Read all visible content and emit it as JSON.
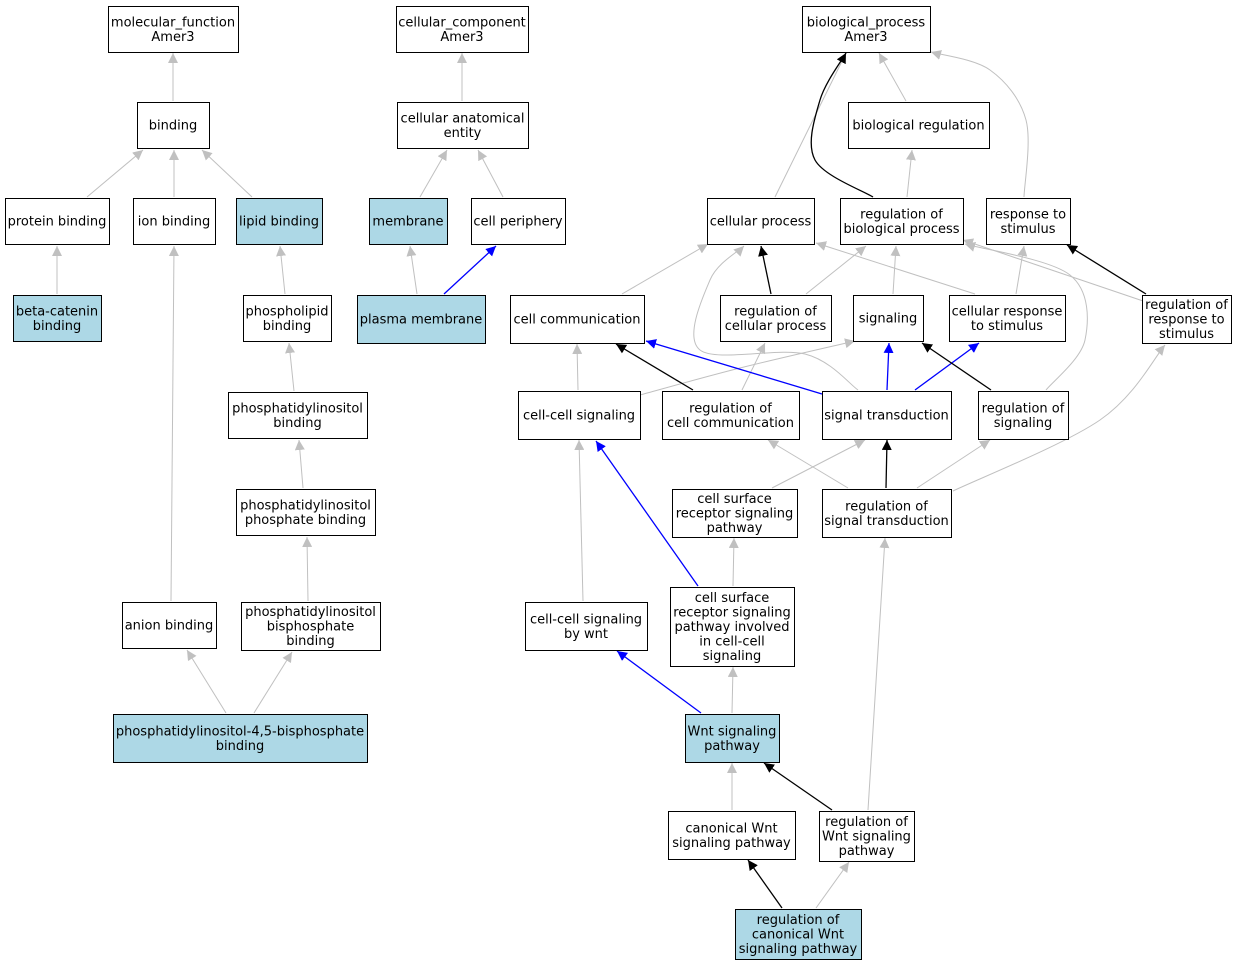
{
  "colors": {
    "highlight_fill": "#add8e6",
    "default_fill": "#ffffff",
    "edge_grey": "#c0c0c0",
    "edge_black": "#000000",
    "edge_blue": "#0000ff"
  },
  "nodes": [
    {
      "id": "mf_root",
      "lines": [
        "molecular_function",
        "Amer3"
      ],
      "highlight": false
    },
    {
      "id": "binding",
      "lines": [
        "binding"
      ],
      "highlight": false
    },
    {
      "id": "protein_binding",
      "lines": [
        "protein binding"
      ],
      "highlight": false
    },
    {
      "id": "ion_binding",
      "lines": [
        "ion binding"
      ],
      "highlight": false
    },
    {
      "id": "lipid_binding",
      "lines": [
        "lipid binding"
      ],
      "highlight": true
    },
    {
      "id": "beta_catenin_binding",
      "lines": [
        "beta-catenin",
        "binding"
      ],
      "highlight": true
    },
    {
      "id": "phospholipid_binding",
      "lines": [
        "phospholipid",
        "binding"
      ],
      "highlight": false
    },
    {
      "id": "pi_binding",
      "lines": [
        "phosphatidylinositol",
        "binding"
      ],
      "highlight": false
    },
    {
      "id": "pip_binding",
      "lines": [
        "phosphatidylinositol",
        "phosphate binding"
      ],
      "highlight": false
    },
    {
      "id": "anion_binding",
      "lines": [
        "anion binding"
      ],
      "highlight": false
    },
    {
      "id": "pibp_binding",
      "lines": [
        "phosphatidylinositol",
        "bisphosphate",
        "binding"
      ],
      "highlight": false
    },
    {
      "id": "pi45bp_binding",
      "lines": [
        "phosphatidylinositol-4,5-bisphosphate",
        "binding"
      ],
      "highlight": true
    },
    {
      "id": "cc_root",
      "lines": [
        "cellular_component",
        "Amer3"
      ],
      "highlight": false
    },
    {
      "id": "cae",
      "lines": [
        "cellular anatomical",
        "entity"
      ],
      "highlight": false
    },
    {
      "id": "membrane",
      "lines": [
        "membrane"
      ],
      "highlight": true
    },
    {
      "id": "cell_periphery",
      "lines": [
        "cell periphery"
      ],
      "highlight": false
    },
    {
      "id": "plasma_membrane",
      "lines": [
        "plasma membrane"
      ],
      "highlight": true
    },
    {
      "id": "bp_root",
      "lines": [
        "biological_process",
        "Amer3"
      ],
      "highlight": false
    },
    {
      "id": "bio_reg",
      "lines": [
        "biological regulation"
      ],
      "highlight": false
    },
    {
      "id": "cellular_process",
      "lines": [
        "cellular process"
      ],
      "highlight": false
    },
    {
      "id": "reg_bio_proc",
      "lines": [
        "regulation of",
        "biological process"
      ],
      "highlight": false
    },
    {
      "id": "resp_stim",
      "lines": [
        "response to",
        "stimulus"
      ],
      "highlight": false
    },
    {
      "id": "cell_comm",
      "lines": [
        "cell communication"
      ],
      "highlight": false
    },
    {
      "id": "reg_cell_proc",
      "lines": [
        "regulation of",
        "cellular process"
      ],
      "highlight": false
    },
    {
      "id": "signaling",
      "lines": [
        "signaling"
      ],
      "highlight": false
    },
    {
      "id": "cell_resp_stim",
      "lines": [
        "cellular response",
        "to stimulus"
      ],
      "highlight": false
    },
    {
      "id": "reg_resp_stim",
      "lines": [
        "regulation of",
        "response to",
        "stimulus"
      ],
      "highlight": false
    },
    {
      "id": "cc_signaling",
      "lines": [
        "cell-cell signaling"
      ],
      "highlight": false
    },
    {
      "id": "reg_cell_comm",
      "lines": [
        "regulation of",
        "cell communication"
      ],
      "highlight": false
    },
    {
      "id": "signal_trans",
      "lines": [
        "signal transduction"
      ],
      "highlight": false
    },
    {
      "id": "reg_signaling",
      "lines": [
        "regulation of",
        "signaling"
      ],
      "highlight": false
    },
    {
      "id": "csrsp",
      "lines": [
        "cell surface",
        "receptor signaling",
        "pathway"
      ],
      "highlight": false
    },
    {
      "id": "reg_signal_trans",
      "lines": [
        "regulation of",
        "signal transduction"
      ],
      "highlight": false
    },
    {
      "id": "cc_wnt",
      "lines": [
        "cell-cell signaling",
        "by wnt"
      ],
      "highlight": false
    },
    {
      "id": "csrsp_cc",
      "lines": [
        "cell surface",
        "receptor signaling",
        "pathway involved",
        "in cell-cell",
        "signaling"
      ],
      "highlight": false
    },
    {
      "id": "wnt",
      "lines": [
        "Wnt signaling",
        "pathway"
      ],
      "highlight": true
    },
    {
      "id": "canon_wnt",
      "lines": [
        "canonical Wnt",
        "signaling pathway"
      ],
      "highlight": false
    },
    {
      "id": "reg_wnt",
      "lines": [
        "regulation of",
        "Wnt signaling",
        "pathway"
      ],
      "highlight": false
    },
    {
      "id": "reg_canon_wnt",
      "lines": [
        "regulation of",
        "canonical Wnt",
        "signaling pathway"
      ],
      "highlight": true
    }
  ],
  "edges": [
    {
      "from": "binding",
      "to": "mf_root",
      "kind": "grey"
    },
    {
      "from": "protein_binding",
      "to": "binding",
      "kind": "grey"
    },
    {
      "from": "ion_binding",
      "to": "binding",
      "kind": "grey"
    },
    {
      "from": "lipid_binding",
      "to": "binding",
      "kind": "grey"
    },
    {
      "from": "beta_catenin_binding",
      "to": "protein_binding",
      "kind": "grey"
    },
    {
      "from": "phospholipid_binding",
      "to": "lipid_binding",
      "kind": "grey"
    },
    {
      "from": "pi_binding",
      "to": "phospholipid_binding",
      "kind": "grey"
    },
    {
      "from": "pip_binding",
      "to": "pi_binding",
      "kind": "grey"
    },
    {
      "from": "pibp_binding",
      "to": "pip_binding",
      "kind": "grey"
    },
    {
      "from": "anion_binding",
      "to": "ion_binding",
      "kind": "grey"
    },
    {
      "from": "pi45bp_binding",
      "to": "anion_binding",
      "kind": "grey"
    },
    {
      "from": "pi45bp_binding",
      "to": "pibp_binding",
      "kind": "grey"
    },
    {
      "from": "cae",
      "to": "cc_root",
      "kind": "grey"
    },
    {
      "from": "membrane",
      "to": "cae",
      "kind": "grey"
    },
    {
      "from": "cell_periphery",
      "to": "cae",
      "kind": "grey"
    },
    {
      "from": "plasma_membrane",
      "to": "membrane",
      "kind": "grey"
    },
    {
      "from": "plasma_membrane",
      "to": "cell_periphery",
      "kind": "blue"
    },
    {
      "from": "bio_reg",
      "to": "bp_root",
      "kind": "grey"
    },
    {
      "from": "cellular_process",
      "to": "bp_root",
      "kind": "grey"
    },
    {
      "from": "reg_bio_proc",
      "to": "bp_root",
      "kind": "black"
    },
    {
      "from": "reg_bio_proc",
      "to": "bio_reg",
      "kind": "grey"
    },
    {
      "from": "resp_stim",
      "to": "bp_root",
      "kind": "grey"
    },
    {
      "from": "cell_comm",
      "to": "cellular_process",
      "kind": "grey"
    },
    {
      "from": "reg_cell_proc",
      "to": "cellular_process",
      "kind": "black"
    },
    {
      "from": "reg_cell_proc",
      "to": "reg_bio_proc",
      "kind": "grey"
    },
    {
      "from": "signaling",
      "to": "reg_bio_proc",
      "kind": "grey"
    },
    {
      "from": "cell_resp_stim",
      "to": "cellular_process",
      "kind": "grey"
    },
    {
      "from": "cell_resp_stim",
      "to": "resp_stim",
      "kind": "grey"
    },
    {
      "from": "reg_resp_stim",
      "to": "resp_stim",
      "kind": "black"
    },
    {
      "from": "reg_resp_stim",
      "to": "reg_bio_proc",
      "kind": "grey"
    },
    {
      "from": "cc_signaling",
      "to": "cell_comm",
      "kind": "grey"
    },
    {
      "from": "cc_signaling",
      "to": "signaling",
      "kind": "grey"
    },
    {
      "from": "reg_cell_comm",
      "to": "cell_comm",
      "kind": "black"
    },
    {
      "from": "reg_cell_comm",
      "to": "reg_cell_proc",
      "kind": "grey"
    },
    {
      "from": "signal_trans",
      "to": "cell_comm",
      "kind": "blue"
    },
    {
      "from": "signal_trans",
      "to": "signaling",
      "kind": "blue"
    },
    {
      "from": "signal_trans",
      "to": "cell_resp_stim",
      "kind": "blue"
    },
    {
      "from": "signal_trans",
      "to": "cellular_process",
      "kind": "grey"
    },
    {
      "from": "reg_signaling",
      "to": "signaling",
      "kind": "black"
    },
    {
      "from": "reg_signaling",
      "to": "reg_bio_proc",
      "kind": "grey"
    },
    {
      "from": "csrsp",
      "to": "signal_trans",
      "kind": "grey"
    },
    {
      "from": "reg_signal_trans",
      "to": "signal_trans",
      "kind": "black"
    },
    {
      "from": "reg_signal_trans",
      "to": "reg_cell_comm",
      "kind": "grey"
    },
    {
      "from": "reg_signal_trans",
      "to": "reg_signaling",
      "kind": "grey"
    },
    {
      "from": "reg_signal_trans",
      "to": "reg_resp_stim",
      "kind": "grey"
    },
    {
      "from": "cc_wnt",
      "to": "cc_signaling",
      "kind": "grey"
    },
    {
      "from": "csrsp_cc",
      "to": "cc_signaling",
      "kind": "blue"
    },
    {
      "from": "csrsp_cc",
      "to": "csrsp",
      "kind": "grey"
    },
    {
      "from": "wnt",
      "to": "cc_wnt",
      "kind": "blue"
    },
    {
      "from": "wnt",
      "to": "csrsp_cc",
      "kind": "grey"
    },
    {
      "from": "canon_wnt",
      "to": "wnt",
      "kind": "grey"
    },
    {
      "from": "reg_wnt",
      "to": "wnt",
      "kind": "black"
    },
    {
      "from": "reg_wnt",
      "to": "reg_signal_trans",
      "kind": "grey"
    },
    {
      "from": "reg_canon_wnt",
      "to": "canon_wnt",
      "kind": "black"
    },
    {
      "from": "reg_canon_wnt",
      "to": "reg_wnt",
      "kind": "grey"
    }
  ]
}
